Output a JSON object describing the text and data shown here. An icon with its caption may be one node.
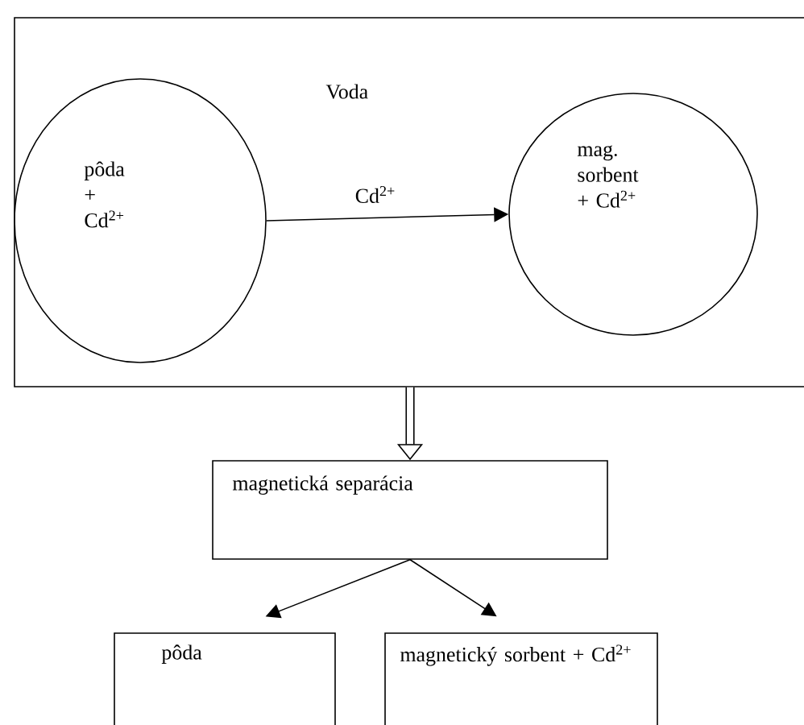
{
  "diagram": {
    "nodes": [
      {
        "text": [
          "Voda"
        ]
      },
      {
        "text": [
          "pôda + Cd$^{2+}$"
        ],
        "in": 0
      },
      {
        "text": [
          "mag. sorbent + Cd$^{2+}$"
        ],
        "in": 0
      },
      {
        "text": [
          "magnetická  separácia"
        ]
      },
      {
        "text": [
          "pôda"
        ]
      },
      {
        "text": [
          "magnetický sorbent + Cd$^{2+}$"
        ]
      }
    ],
    "edges": [
      {
        "from": 1,
        "to": 2,
        "arrow": "to",
        "label": "Cd$^{2+}$"
      },
      {
        "from": 0,
        "to": 3,
        "arrow": "to",
        "style": "thick"
      },
      {
        "from": 3,
        "to": 4,
        "arrow": "to"
      },
      {
        "from": 3,
        "to": 5,
        "arrow": "to"
      }
    ]
  }
}
